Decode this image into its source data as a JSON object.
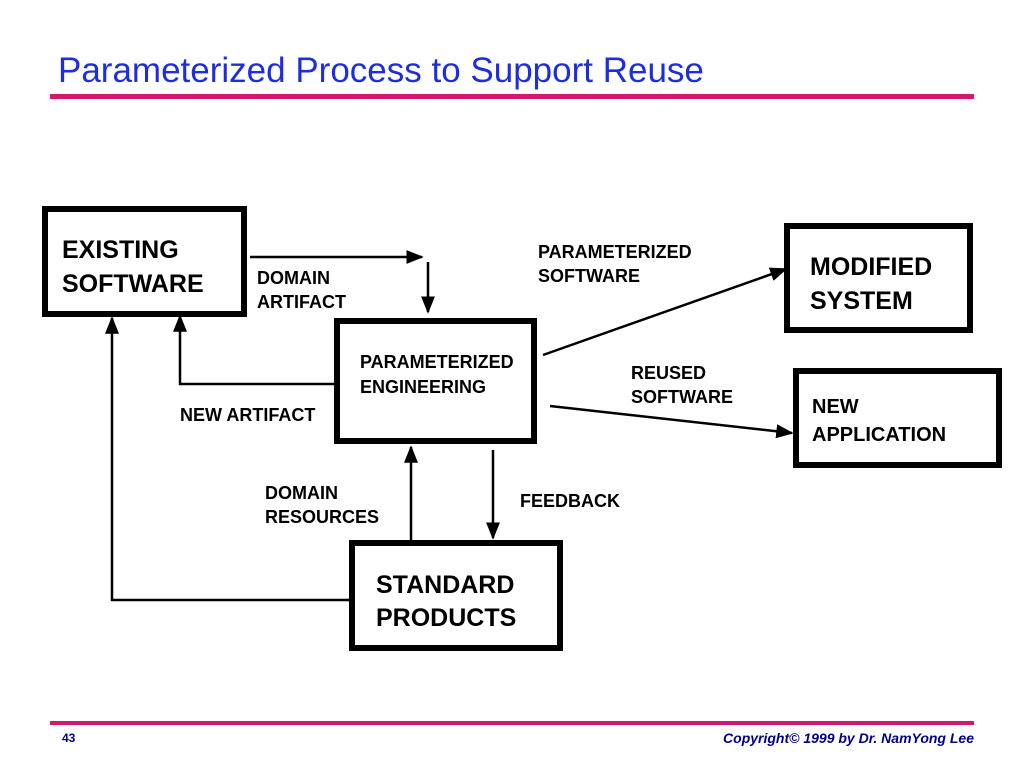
{
  "title": "Parameterized Process to Support Reuse",
  "nodes": {
    "existing_software": [
      "EXISTING",
      "SOFTWARE"
    ],
    "parameterized_engineering": [
      "PARAMETERIZED",
      "ENGINEERING"
    ],
    "standard_products": [
      "STANDARD",
      "PRODUCTS"
    ],
    "modified_system": [
      "MODIFIED",
      "SYSTEM"
    ],
    "new_application": [
      "NEW",
      "APPLICATION"
    ]
  },
  "edges": {
    "domain_artifact": [
      "DOMAIN",
      "ARTIFACT"
    ],
    "new_artifact": "NEW ARTIFACT",
    "parameterized_software": [
      "PARAMETERIZED",
      "SOFTWARE"
    ],
    "reused_software": [
      "REUSED",
      "SOFTWARE"
    ],
    "domain_resources": [
      "DOMAIN",
      "RESOURCES"
    ],
    "feedback": "FEEDBACK"
  },
  "footer": {
    "page_number": "43",
    "copyright": "Copyright© 1999 by Dr. NamYong Lee"
  }
}
